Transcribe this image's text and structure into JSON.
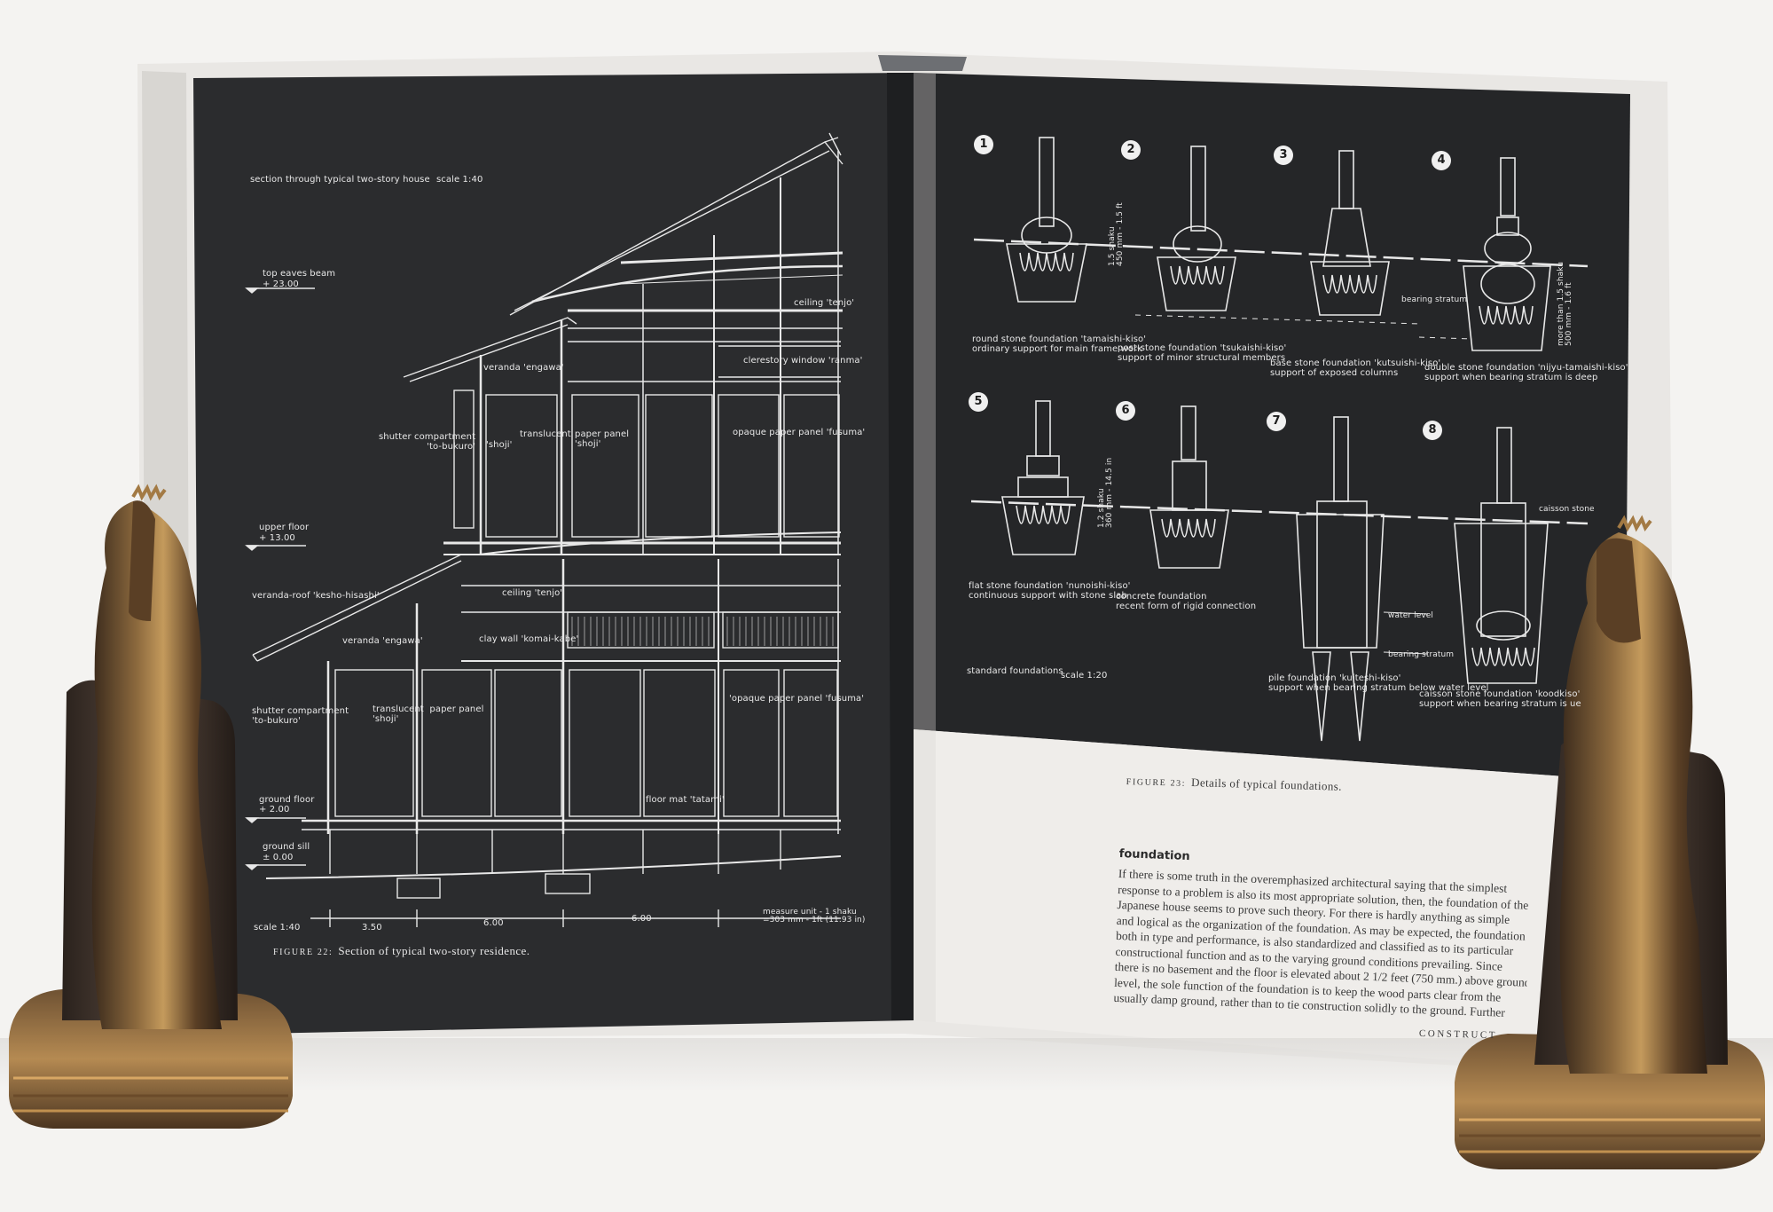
{
  "left_page": {
    "title": "section through typical two-story house",
    "scale": "scale   1:40",
    "labels": {
      "top_eaves": "top eaves beam",
      "top_eaves_val": "+ 23.00",
      "ceiling_tenjo": "ceiling 'tenjo'",
      "clerestory": "clerestory window 'ranma'",
      "veranda_engawa": "veranda 'engawa'",
      "shutter_compartment": "shutter compartment\n'to-bukuro'",
      "shoji": "'shoji'",
      "translucent": "translucent",
      "paper_panel_shoji": "paper panel\n'shoji'",
      "opaque_fusuma": "opaque paper panel 'fusuma'",
      "upper_floor": "upper floor",
      "upper_floor_val": "+ 13.00",
      "veranda_roof": "veranda-roof 'kesho-hisashi'",
      "ceiling_tenjo_2": "ceiling 'tenjo'",
      "veranda_engawa_2": "veranda 'engawa'",
      "clay_wall": "clay wall 'komai-kabe'",
      "shutter_compartment_2": "shutter compartment\n'to-bukuro'",
      "translucent_2": "translucent  paper panel\n'shoji'",
      "opaque_fusuma_2": "'opaque paper panel 'fusuma'",
      "floor_mat": "floor mat 'tatami'",
      "ground_floor": "ground floor",
      "ground_floor_val": "+ 2.00",
      "ground_sill": "ground sill",
      "ground_sill_val": "± 0.00",
      "scale_bottom": "scale   1:40",
      "dim_1": "3.50",
      "dim_2": "6.00",
      "dim_3": "6.00",
      "measure_unit": "measure unit - 1 shaku\n=303 mm - 1ft (11.93 in)"
    },
    "caption_num": "FIGURE 22:",
    "caption_text": "Section of typical two-story residence."
  },
  "right_page": {
    "numbers": [
      "1",
      "2",
      "3",
      "4",
      "5",
      "6",
      "7",
      "8"
    ],
    "captions": {
      "f1": "round stone foundation 'tamaishi-kiso'\nordinary support for main frame work",
      "f2": "post-stone foundation 'tsukaishi-kiso'\nsupport of minor structural members",
      "f3": "base stone foundation 'kutsuishi-kiso'\nsupport of exposed columns",
      "f4": "double stone foundation 'nijyu-tamaishi-kiso'\nsupport when bearing stratum is deep",
      "f5": "flat stone foundation 'nunoishi-kiso'\ncontinuous support with stone slab",
      "f6": "concrete foundation\nrecent form of rigid connection",
      "f7": "pile foundation 'kuiteshi-kiso'\nsupport when bearing stratum below water level",
      "f8": "caisson stone foundation 'koodkiso'\nsupport when bearing stratum is ue"
    },
    "small_labels": {
      "bearing_stratum": "bearing stratum",
      "water_level": "water level",
      "bearing_stratum_2": "bearing stratum",
      "caisson_stone": "caisson stone",
      "standard_foundations": "standard foundations",
      "scale": "scale   1:20",
      "dim_a": "1.5 shaku\n450 mm - 1.5 ft",
      "dim_b": "1.2 shaku\n360 mm - 14.5 in",
      "dim_c": "more than 1.5 shaku\n500 mm - 1.6 ft"
    },
    "caption_num": "FIGURE 23:",
    "caption_text": "Details of typical foundations.",
    "section_heading": "foundation",
    "body_lines": [
      "If there is some truth in the overemphasized architectural saying that the simplest",
      "response to a problem is also its most appropriate solution, then, the foundation of the",
      "Japanese house seems to prove such theory. For there is hardly anything as simple",
      "and logical as the organization of the foundation. As may be expected, the foundation",
      "both in type and performance, is also standardized and classified as to its particular",
      "constructional function and as to the varying ground conditions prevailing. Since",
      "there is no basement and the floor is elevated about 2 1/2 feet (750 mm.) above ground",
      "level, the sole function of the foundation is to keep the wood parts clear from the",
      "usually damp ground, rather than to tie construction solidly to the ground. Further"
    ],
    "running_head": "CONSTRUCT"
  },
  "colors": {
    "background": "#f4f3f1",
    "dark_page": "#2b2c2e",
    "paper": "#efedea",
    "bronze": "#8a6a3a"
  }
}
